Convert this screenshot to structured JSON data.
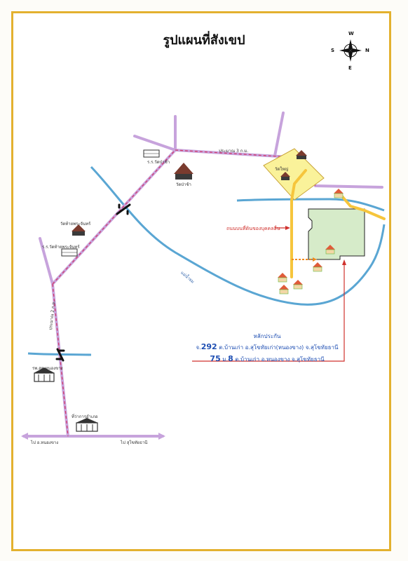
{
  "title": "รูปแผนที่สังเขป",
  "compass": {
    "top": "W",
    "bottom": "E",
    "left": "S",
    "right": "N"
  },
  "labels": {
    "distance_3km": "ประมาณ 3 ก.ม.",
    "distance_2km": "ประมาณ 2 ก.ม.",
    "school_wat_pa_cha": "ร.ร.วัดป่าช้า",
    "wat_pa_cha": "วัดป่าช้า",
    "wat_yai": "วัดใหญ่",
    "wat_phra_chin": "วัดท้ายพระจันทร์",
    "school_phra_chin": "ร.ร.วัดท้ายพระจันทร์",
    "river": "แม่น้ำยม",
    "community_road": "ถนนบนที่ดินของบุคคลอื่น",
    "health_office": "รพ.สต.หนองขาง",
    "district_office": "ที่ว่าการอำเภอ",
    "to_left": "ไป อ.หนองขาง",
    "to_right": "ไป สุโขทัยธานี"
  },
  "address": {
    "heading": "หลักประกัน",
    "line1_prefix": "จ.",
    "line1_number": "292",
    "line1_rest": " ต.บ้านเก่า อ.สุโขทัยเก่า(หนองขาง) จ.สุโขทัยธานี",
    "line2_number": "75",
    "line2_mid": " ม.",
    "line2_moo": "8",
    "line2_rest": " ต.บ้านเก่า อ.หนองขาง จ.สุโขทัยธานี"
  },
  "colors": {
    "border": "#e3b12f",
    "road": "#c7a3dc",
    "road_dash": "#d23b6c",
    "river": "#5aa6d3",
    "access_road": "#f6c53c",
    "property": "#d6ebc9",
    "temple_zone": "#faf29a",
    "address_text": "#1f4fb3",
    "pointer": "#d0312d"
  }
}
